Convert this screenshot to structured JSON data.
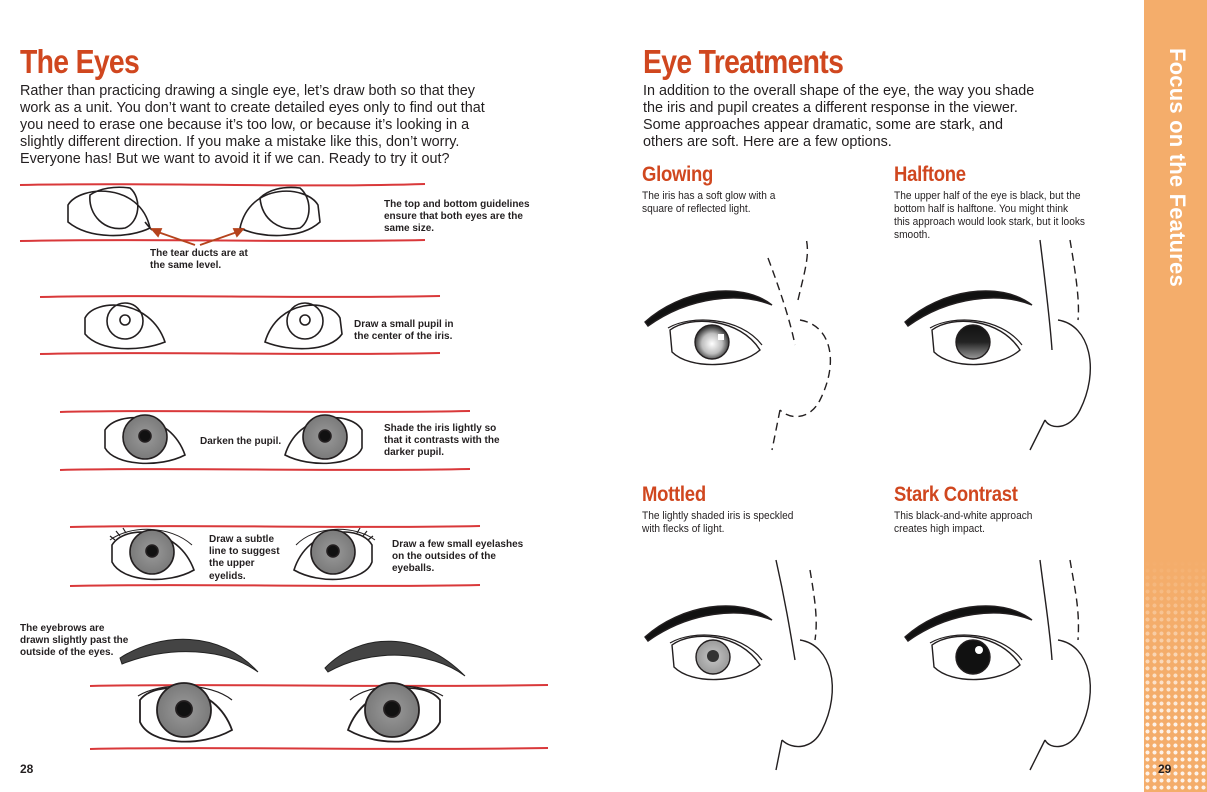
{
  "left_page": {
    "title": "The Eyes",
    "intro_lines": [
      "Rather than practicing drawing a single eye, let’s draw both so that they",
      "work as a unit. You don’t want to create detailed eyes only to find out that",
      "you need to erase one because it’s too low, or because it’s looking in a",
      "slightly different direction. If you make a mistake like this, don’t worry.",
      "Everyone has! But we want to avoid it if we can. Ready to try it out?"
    ],
    "notes": {
      "guidelines": [
        "The top and bottom guidelines",
        "ensure that both eyes are the",
        "same size."
      ],
      "tear_ducts": [
        "The tear ducts are at",
        "the same level."
      ],
      "pupil": [
        "Draw a small pupil in",
        "the center of the iris."
      ],
      "darken": [
        "Darken the pupil."
      ],
      "shade_iris": [
        "Shade the iris lightly so",
        "that it contrasts with the",
        "darker pupil."
      ],
      "subtle_line": [
        "Draw a subtle",
        "line to suggest",
        "the upper",
        "eyelids."
      ],
      "eyelashes": [
        "Draw a few small eyelashes",
        "on the outsides of the",
        "eyeballs."
      ],
      "eyebrows": [
        "The eyebrows are",
        "drawn slightly past the",
        "outside of the eyes."
      ]
    },
    "page_number": "28"
  },
  "right_page": {
    "title": "Eye Treatments",
    "intro_lines": [
      "In addition to the overall shape of the eye, the way you shade",
      "the iris and pupil creates a different response in the viewer.",
      "Some approaches appear dramatic, some are stark, and",
      "others are soft. Here are a few options."
    ],
    "treatments": [
      {
        "title": "Glowing",
        "caption": [
          "The iris has a soft glow with a",
          "square of reflected light."
        ]
      },
      {
        "title": "Halftone",
        "caption": [
          "The upper half of the eye is black, but the",
          "bottom half is halftone. You might think",
          "this approach would look stark, but it looks",
          "smooth."
        ]
      },
      {
        "title": "Mottled",
        "caption": [
          "The lightly shaded iris is speckled",
          "with flecks of light."
        ]
      },
      {
        "title": "Stark Contrast",
        "caption": [
          "This black-and-white approach",
          "creates high impact."
        ]
      }
    ],
    "page_number": "29"
  },
  "side_tab": {
    "label": "Focus on the Features"
  },
  "colors": {
    "accent": "#d0471f",
    "guideline": "#d9383a",
    "tab": "#f4ad6b",
    "ink": "#231f20"
  }
}
